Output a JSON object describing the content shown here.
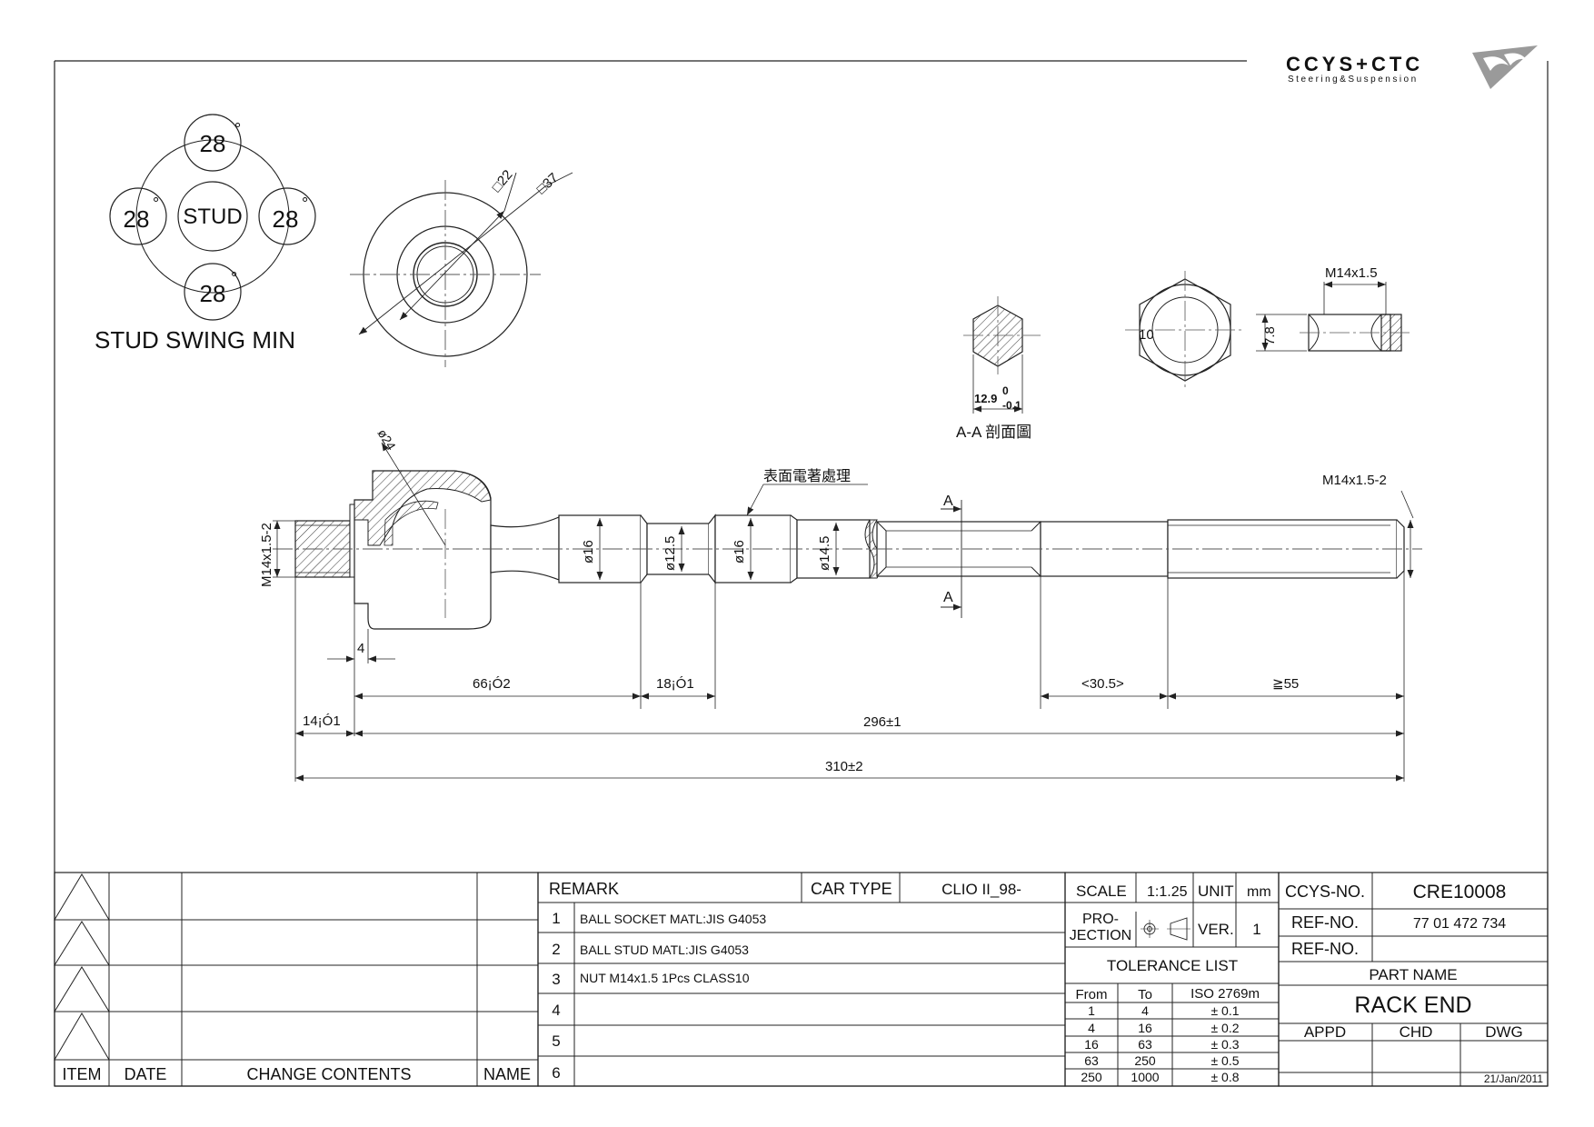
{
  "logo": {
    "brand": "CCYS+CTC",
    "tagline": "Steering&Suspension"
  },
  "stud_swing": {
    "center": "STUD",
    "angles": [
      "28",
      "28",
      "28",
      "28"
    ],
    "degree_mark": "°",
    "caption": "STUD SWING MIN"
  },
  "end_view": {
    "dim_inner": "□22",
    "dim_outer": "□37"
  },
  "section": {
    "dim_width": "12.9",
    "tol_upper": "0",
    "tol_lower": "-0.1",
    "caption": "A-A 剖面圖"
  },
  "nut": {
    "across_flats": "10",
    "height": "7.8",
    "thread": "M14x1.5"
  },
  "main": {
    "thread_left": "M14x1.5-2",
    "thread_right": "M14x1.5-2",
    "ball_dia": "ø24",
    "note_surface": "表面電著處理",
    "dia_1": "ø16",
    "dia_2": "ø12.5",
    "dia_3": "ø16",
    "dia_4": "ø14.5",
    "section_mark": "A",
    "dim_4": "4",
    "dim_66": "66¡Ó2",
    "dim_18": "18¡Ó1",
    "dim_30": "<30.5>",
    "dim_55": "≧55",
    "dim_14": "14¡Ó1",
    "dim_296": "296±1",
    "dim_310": "310±2"
  },
  "revision": {
    "headers": {
      "item": "ITEM",
      "date": "DATE",
      "change": "CHANGE CONTENTS",
      "name": "NAME"
    }
  },
  "remarks": {
    "title": "REMARK",
    "car_type_label": "CAR TYPE",
    "car_type": "CLIO II_98-",
    "rows": [
      {
        "no": "1",
        "text": "BALL SOCKET MATL:JIS  G4053"
      },
      {
        "no": "2",
        "text": "BALL STUD MATL:JIS G4053"
      },
      {
        "no": "3",
        "text": "NUT M14x1.5 1Pcs CLASS10"
      },
      {
        "no": "4",
        "text": ""
      },
      {
        "no": "5",
        "text": ""
      },
      {
        "no": "6",
        "text": ""
      }
    ]
  },
  "spec": {
    "scale_label": "SCALE",
    "scale": "1:1.25",
    "unit_label": "UNIT",
    "unit": "mm",
    "projection_line1": "PRO-",
    "projection_line2": "JECTION",
    "ver_label": "VER.",
    "ver": "1",
    "tolerance_title": "TOLERANCE LIST",
    "tol_headers": [
      "From",
      "To",
      "ISO 2769m"
    ],
    "tolerances": [
      [
        "1",
        "4",
        "± 0.1"
      ],
      [
        "4",
        "16",
        "± 0.2"
      ],
      [
        "16",
        "63",
        "± 0.3"
      ],
      [
        "63",
        "250",
        "± 0.5"
      ],
      [
        "250",
        "1000",
        "± 0.8"
      ]
    ]
  },
  "title_block": {
    "ccys_label": "CCYS-NO.",
    "ccys_no": "CRE10008",
    "ref_label": "REF-NO.",
    "ref_no": "77 01 472 734",
    "ref2_label": "REF-NO.",
    "ref2_no": "",
    "part_name_label": "PART NAME",
    "part_name": "RACK END",
    "appd": "APPD",
    "chd": "CHD",
    "dwg": "DWG",
    "date": "21/Jan/2011"
  }
}
